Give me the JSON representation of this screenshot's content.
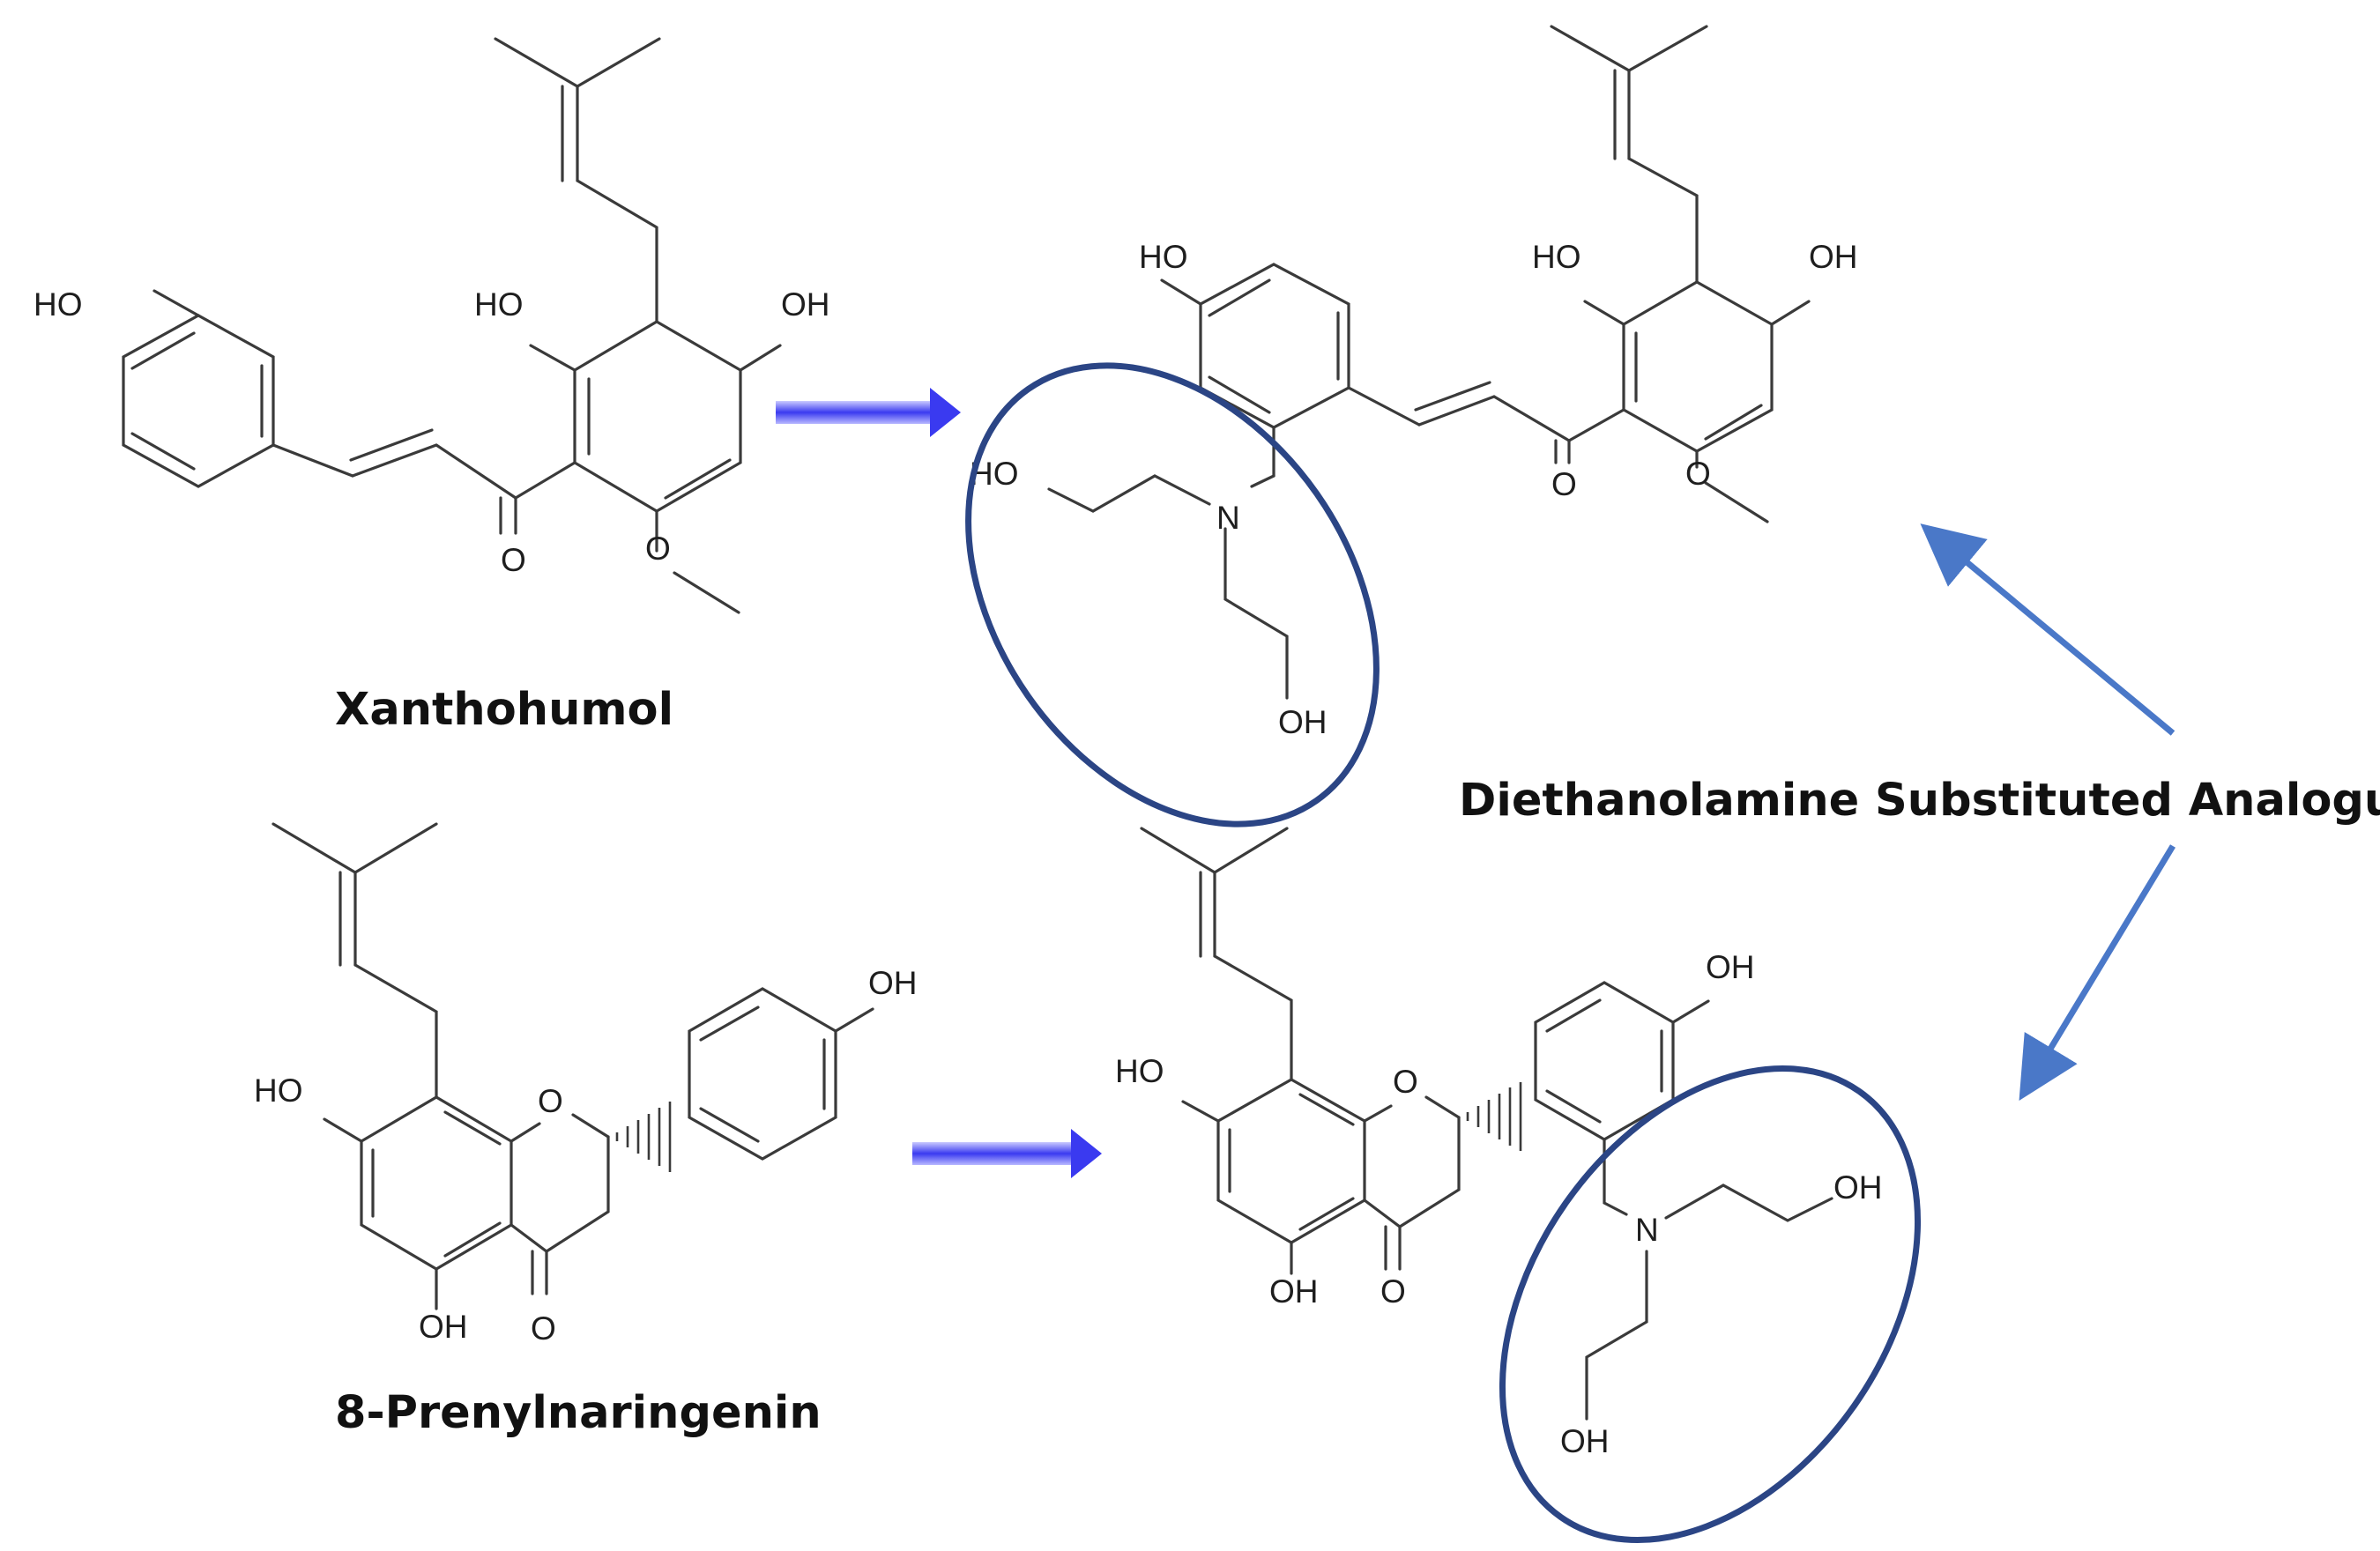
{
  "captions": {
    "xanthohumol": "Xanthohumol",
    "prenylnaringenin": "8-Prenylnaringenin",
    "analogues": "Diethanolamine Substituted Analogues"
  },
  "atom_labels": {
    "oh_1": "OH",
    "ho_1": "HO",
    "o": "O",
    "n": "N"
  },
  "colors": {
    "reaction_arrow": "#3a3af0",
    "pointer_arrow": "#4a78c8",
    "highlight_ellipse": "#2b4585",
    "bond": "#3a3a3a"
  },
  "icons": {
    "reaction_arrow": "right-arrow-icon",
    "pointer_arrow": "pointer-arrow-icon"
  }
}
